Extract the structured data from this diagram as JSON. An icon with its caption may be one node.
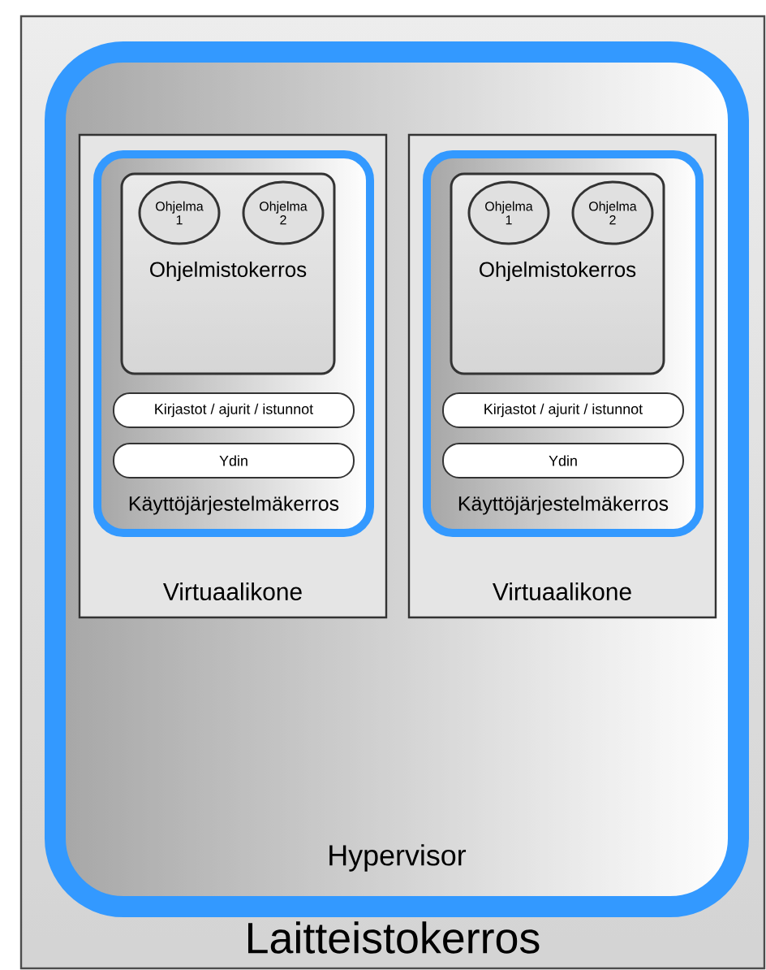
{
  "diagram": {
    "nodes": [
      {
        "text": [
          "Laitteistokerros"
        ]
      },
      {
        "text": [
          "Hypervisor"
        ],
        "in": 0
      },
      {
        "text": [
          "Virtuaalikone"
        ],
        "in": 1
      },
      {
        "text": [
          "Käyttöjärjestelmäkerros"
        ],
        "in": 2
      },
      {
        "text": [
          "Ohjelmistokerros"
        ],
        "in": 3
      },
      {
        "text": [
          "Ohjelma 1"
        ],
        "in": 4
      },
      {
        "text": [
          "Ohjelma 2"
        ],
        "in": 4
      },
      {
        "text": [
          "Kirjastot / ajurit / istunnot"
        ],
        "in": 3
      },
      {
        "text": [
          "Ydin"
        ],
        "in": 3
      },
      {
        "text": [
          "Virtuaalikone"
        ],
        "in": 1
      },
      {
        "text": [
          "Käyttöjärjestelmäkerros"
        ],
        "in": 9
      },
      {
        "text": [
          "Ohjelmistokerros"
        ],
        "in": 10
      },
      {
        "text": [
          "Ohjelma 1"
        ],
        "in": 11
      },
      {
        "text": [
          "Ohjelma 2"
        ],
        "in": 11
      },
      {
        "text": [
          "Kirjastot / ajurit / istunnot"
        ],
        "in": 10
      },
      {
        "text": [
          "Ydin"
        ],
        "in": 10
      }
    ]
  }
}
